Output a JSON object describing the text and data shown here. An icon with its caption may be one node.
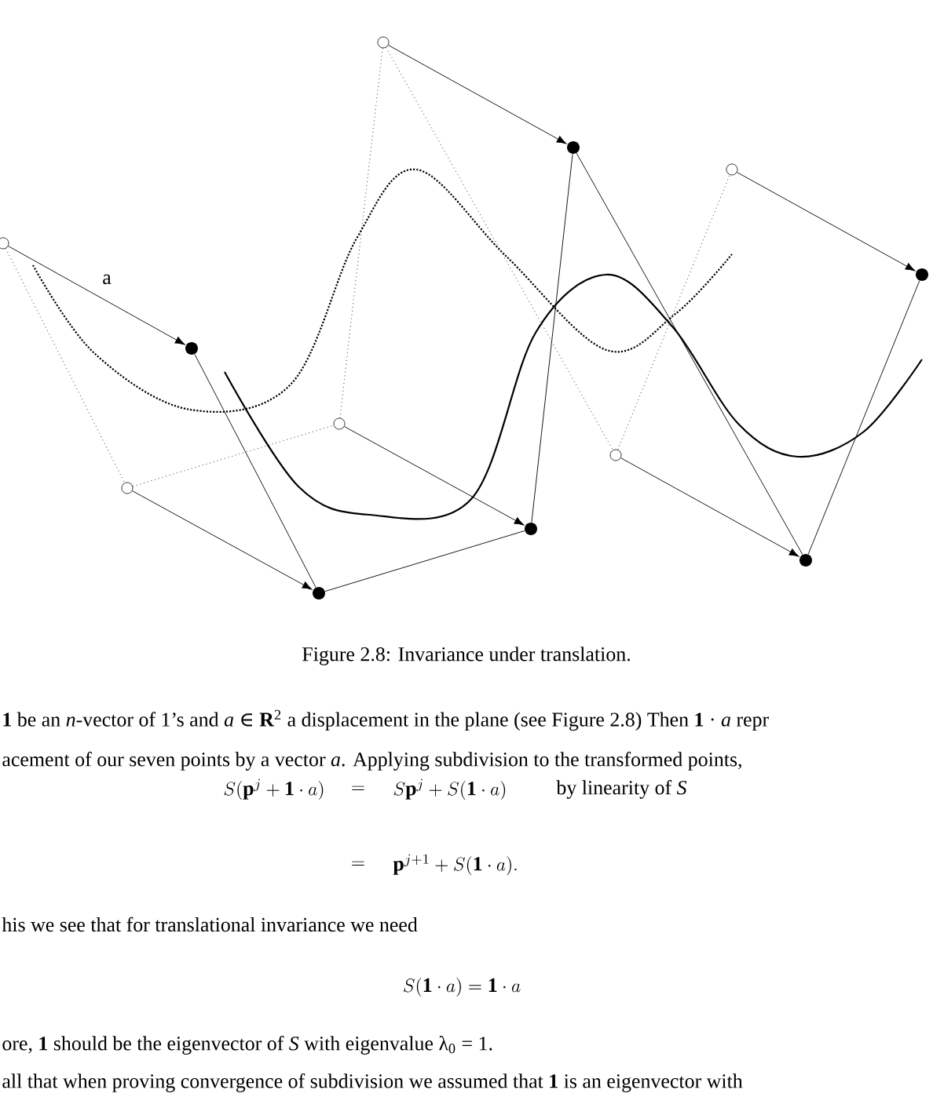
{
  "diagram": {
    "caption": "Figure 2.8: Invariance under translation.",
    "nodes": [
      {
        "text": [],
        "shape": "circle"
      },
      {
        "text": [],
        "shape": "circle"
      },
      {
        "text": [],
        "shape": "circle"
      },
      {
        "text": [],
        "shape": "circle"
      },
      {
        "text": [],
        "shape": "circle"
      },
      {
        "text": [],
        "shape": "circle"
      },
      {
        "text": [],
        "shape": "dot"
      },
      {
        "text": [],
        "shape": "dot"
      },
      {
        "text": [],
        "shape": "dot"
      },
      {
        "text": [],
        "shape": "dot"
      },
      {
        "text": [],
        "shape": "dot"
      },
      {
        "text": [],
        "shape": "dot"
      }
    ],
    "edges": [
      {
        "from": 0,
        "to": 6,
        "arrow": "to",
        "label": "a"
      },
      {
        "from": 1,
        "to": 7,
        "arrow": "to"
      },
      {
        "from": 2,
        "to": 8,
        "arrow": "to"
      },
      {
        "from": 3,
        "to": 9,
        "arrow": "to"
      },
      {
        "from": 4,
        "to": 10,
        "arrow": "to"
      },
      {
        "from": 5,
        "to": 11,
        "arrow": "to"
      },
      {
        "from": 0,
        "to": 1,
        "arrow": "none",
        "style": "dashed"
      },
      {
        "from": 1,
        "to": 2,
        "arrow": "none",
        "style": "dashed"
      },
      {
        "from": 2,
        "to": 3,
        "arrow": "none",
        "style": "dashed"
      },
      {
        "from": 3,
        "to": 4,
        "arrow": "none",
        "style": "dashed"
      },
      {
        "from": 4,
        "to": 5,
        "arrow": "none",
        "style": "dashed"
      },
      {
        "from": 6,
        "to": 7,
        "arrow": "none"
      },
      {
        "from": 7,
        "to": 8,
        "arrow": "none"
      },
      {
        "from": 8,
        "to": 9,
        "arrow": "none"
      },
      {
        "from": 9,
        "to": 10,
        "arrow": "none"
      },
      {
        "from": 10,
        "to": 11,
        "arrow": "none"
      }
    ],
    "labels": [
      "**1** be an *n*-vector of 1’s and *a* ∈ **R**$^{2}$ a displacement in the plane (see Figure 2.8) Then **1** · *a* repr",
      "acement of our seven points by a vector *a*. Applying subdivision to the transformed points,",
      "S(\\mathbf{p}^j+\\mathbf{1}\\cdot a)",
      "=",
      "S\\mathbf{p}^j+S(\\mathbf{1}\\cdot a)",
      "by linearity of *S*",
      "=",
      "\\mathbf{p}^{j+1}+S(\\mathbf{1}\\cdot a).",
      "his we see that for translational invariance we need",
      "S(\\mathbf{1}\\cdot a)=\\mathbf{1}\\cdot a",
      "ore, **1** should be the eigenvector of *S* with eigenvalue λ$_{0}$ = 1.",
      "all that when proving convergence of subdivision we assumed that **1** is an eigenvector with"
    ]
  }
}
